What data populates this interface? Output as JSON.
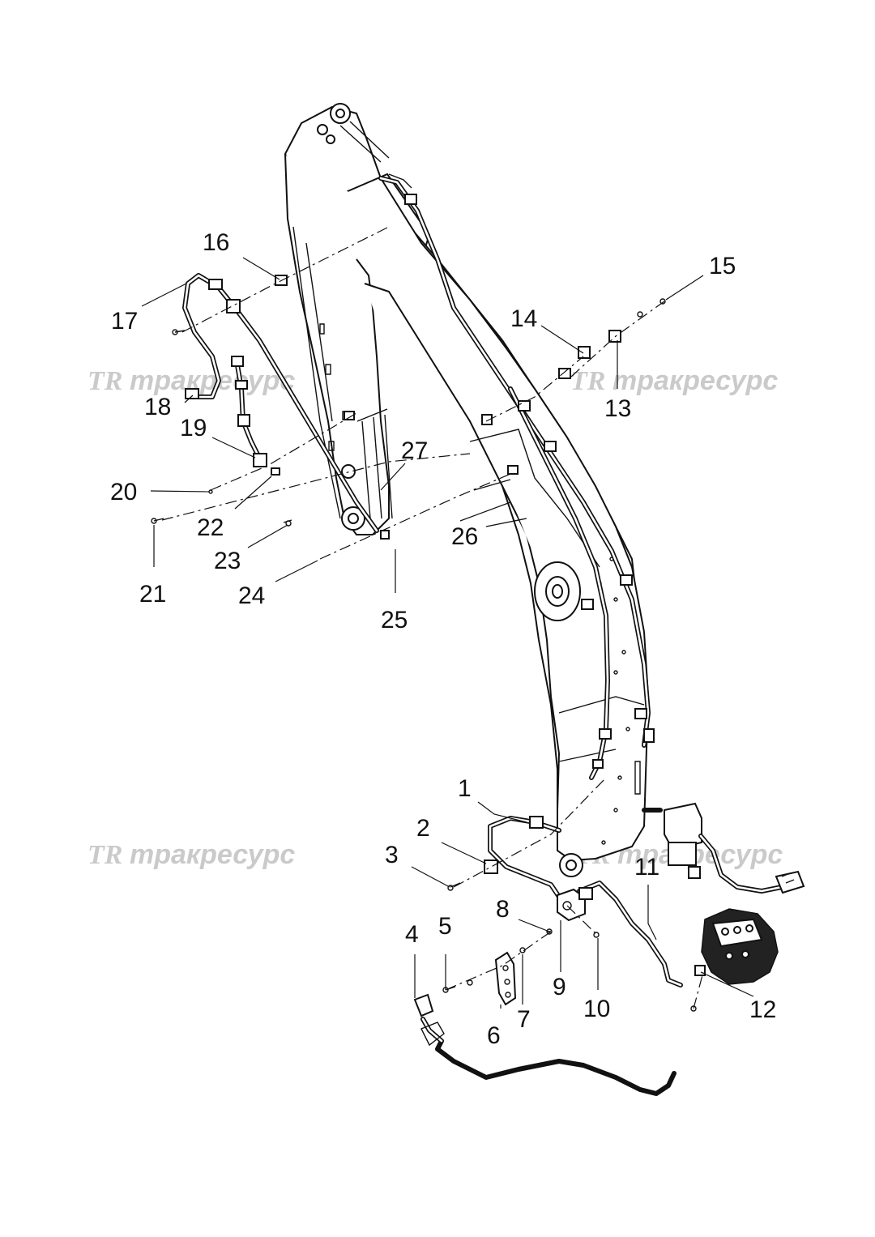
{
  "diagram": {
    "watermark_text": "тракресурс",
    "watermark_logo": "TR",
    "callouts": [
      {
        "id": "c1",
        "label": "1"
      },
      {
        "id": "c2",
        "label": "2"
      },
      {
        "id": "c3",
        "label": "3"
      },
      {
        "id": "c4",
        "label": "4"
      },
      {
        "id": "c5",
        "label": "5"
      },
      {
        "id": "c6",
        "label": "6"
      },
      {
        "id": "c7",
        "label": "7"
      },
      {
        "id": "c8",
        "label": "8"
      },
      {
        "id": "c9",
        "label": "9"
      },
      {
        "id": "c10",
        "label": "10"
      },
      {
        "id": "c11",
        "label": "11"
      },
      {
        "id": "c12",
        "label": "12"
      },
      {
        "id": "c13",
        "label": "13"
      },
      {
        "id": "c14",
        "label": "14"
      },
      {
        "id": "c15",
        "label": "15"
      },
      {
        "id": "c16",
        "label": "16"
      },
      {
        "id": "c17",
        "label": "17"
      },
      {
        "id": "c18",
        "label": "18"
      },
      {
        "id": "c19",
        "label": "19"
      },
      {
        "id": "c20",
        "label": "20"
      },
      {
        "id": "c21",
        "label": "21"
      },
      {
        "id": "c22",
        "label": "22"
      },
      {
        "id": "c23",
        "label": "23"
      },
      {
        "id": "c24",
        "label": "24"
      },
      {
        "id": "c25",
        "label": "25"
      },
      {
        "id": "c26",
        "label": "26"
      },
      {
        "id": "c27",
        "label": "27"
      }
    ]
  }
}
